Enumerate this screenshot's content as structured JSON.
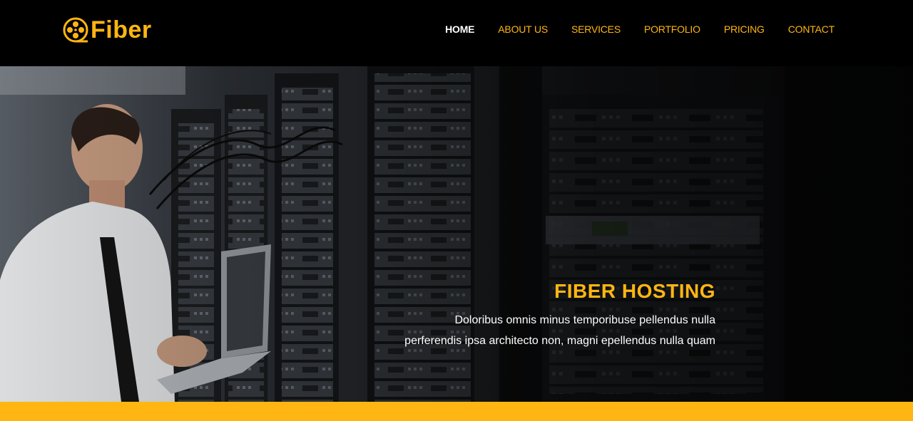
{
  "brand": {
    "name": "Fiber",
    "color": "#ffb612",
    "icon": "film-reel-icon"
  },
  "nav": {
    "items": [
      {
        "label": "HOME",
        "active": true
      },
      {
        "label": "ABOUT US",
        "active": false
      },
      {
        "label": "SERVICES",
        "active": false
      },
      {
        "label": "PORTFOLIO",
        "active": false
      },
      {
        "label": "PRICING",
        "active": false
      },
      {
        "label": "CONTACT",
        "active": false
      }
    ],
    "active_color": "#ffffff",
    "link_color": "#ffb612"
  },
  "hero": {
    "title": "FIBER HOSTING",
    "line1": "Doloribus omnis minus temporibuse pellendus nulla",
    "line2": "perferendis ipsa architecto non, magni epellendus nulla quam"
  },
  "accent_bar_color": "#ffb612"
}
